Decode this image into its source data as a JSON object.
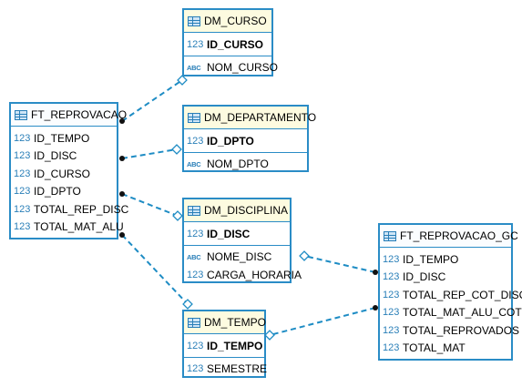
{
  "entities": [
    {
      "id": "ft_reprovacao",
      "kind": "fact",
      "title": "FT_REPROVACAO",
      "sections": [
        [
          {
            "type": "123",
            "name": "ID_TEMPO"
          },
          {
            "type": "123",
            "name": "ID_DISC"
          },
          {
            "type": "123",
            "name": "ID_CURSO"
          },
          {
            "type": "123",
            "name": "ID_DPTO"
          },
          {
            "type": "123",
            "name": "TOTAL_REP_DISC"
          },
          {
            "type": "123",
            "name": "TOTAL_MAT_ALU"
          }
        ]
      ]
    },
    {
      "id": "dm_curso",
      "kind": "dim",
      "title": "DM_CURSO",
      "sections": [
        [
          {
            "type": "123",
            "name": "ID_CURSO",
            "pk": true
          }
        ],
        [
          {
            "type": "ABC",
            "name": "NOM_CURSO"
          }
        ]
      ]
    },
    {
      "id": "dm_departamento",
      "kind": "dim",
      "title": "DM_DEPARTAMENTO",
      "sections": [
        [
          {
            "type": "123",
            "name": "ID_DPTO",
            "pk": true
          }
        ],
        [
          {
            "type": "ABC",
            "name": "NOM_DPTO"
          }
        ]
      ]
    },
    {
      "id": "dm_disciplina",
      "kind": "dim",
      "title": "DM_DISCIPLINA",
      "sections": [
        [
          {
            "type": "123",
            "name": "ID_DISC",
            "pk": true
          }
        ],
        [
          {
            "type": "ABC",
            "name": "NOME_DISC"
          },
          {
            "type": "123",
            "name": "CARGA_HORARIA"
          }
        ]
      ]
    },
    {
      "id": "dm_tempo",
      "kind": "dim",
      "title": "DM_TEMPO",
      "sections": [
        [
          {
            "type": "123",
            "name": "ID_TEMPO",
            "pk": true
          }
        ],
        [
          {
            "type": "123",
            "name": "SEMESTRE"
          }
        ]
      ]
    },
    {
      "id": "ft_reprovacao_gc",
      "kind": "fact",
      "title": "FT_REPROVACAO_GC",
      "sections": [
        [
          {
            "type": "123",
            "name": "ID_TEMPO"
          },
          {
            "type": "123",
            "name": "ID_DISC"
          },
          {
            "type": "123",
            "name": "TOTAL_REP_COT_DISC"
          },
          {
            "type": "123",
            "name": "TOTAL_MAT_ALU_COT"
          },
          {
            "type": "123",
            "name": "TOTAL_REPROVADOS"
          },
          {
            "type": "123",
            "name": "TOTAL_MAT"
          }
        ]
      ]
    }
  ],
  "relationships": [
    {
      "from": "ft_reprovacao",
      "to": "dm_curso"
    },
    {
      "from": "ft_reprovacao",
      "to": "dm_departamento"
    },
    {
      "from": "ft_reprovacao",
      "to": "dm_disciplina"
    },
    {
      "from": "ft_reprovacao",
      "to": "dm_tempo"
    },
    {
      "from": "ft_reprovacao_gc",
      "to": "dm_disciplina"
    },
    {
      "from": "ft_reprovacao_gc",
      "to": "dm_tempo"
    }
  ],
  "colors": {
    "border": "#2a8cc6",
    "dim_header": "#fdfbe0",
    "connector": "#1e8cc4"
  }
}
